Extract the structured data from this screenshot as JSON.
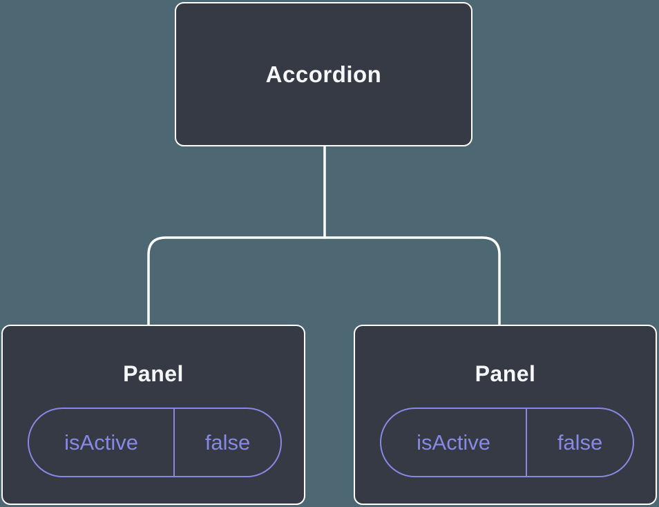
{
  "colors": {
    "background": "#4d6773",
    "node_fill": "#353a45",
    "node_border": "#ffffff",
    "accent": "#8789e4",
    "text": "#f6f7f9"
  },
  "diagram": {
    "type": "component-tree",
    "root": {
      "label": "Accordion"
    },
    "panels": [
      {
        "label": "Panel",
        "state": {
          "name": "isActive",
          "value": "false"
        }
      },
      {
        "label": "Panel",
        "state": {
          "name": "isActive",
          "value": "false"
        }
      }
    ]
  }
}
